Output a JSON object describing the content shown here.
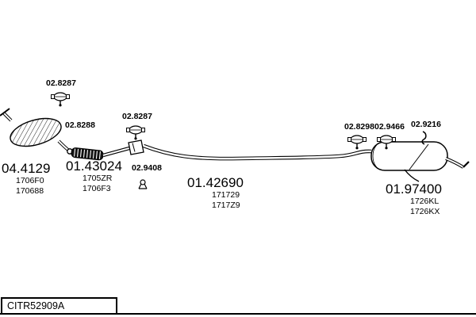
{
  "page": {
    "background": "#ffffff",
    "line_color": "#000000"
  },
  "diagram": {
    "small_labels": [
      {
        "name": "clamp-front-top",
        "part": "02.8287"
      },
      {
        "name": "clamp-mid",
        "part": "02.8287"
      },
      {
        "name": "flex-coupling",
        "part": "02.8288"
      },
      {
        "name": "hanger-mid",
        "part": "02.9408"
      },
      {
        "name": "clamp-rear-1",
        "part": "02.8298"
      },
      {
        "name": "clamp-rear-2",
        "part": "02.9466"
      },
      {
        "name": "hanger-rear",
        "part": "02.9216"
      }
    ],
    "assemblies": [
      {
        "name": "catalytic-converter",
        "part": "04.4129",
        "refs": [
          "1706F0",
          "170688"
        ]
      },
      {
        "name": "front-flex-pipe",
        "part": "01.43024",
        "refs": [
          "1705ZR",
          "1706F3"
        ]
      },
      {
        "name": "centre-pipe",
        "part": "01.42690",
        "refs": [
          "171729",
          "1717Z9"
        ]
      },
      {
        "name": "rear-silencer",
        "part": "01.97400",
        "refs": [
          "1726KL",
          "1726KX"
        ]
      }
    ]
  },
  "footer": {
    "catalog_ref": "CITR52909A"
  }
}
